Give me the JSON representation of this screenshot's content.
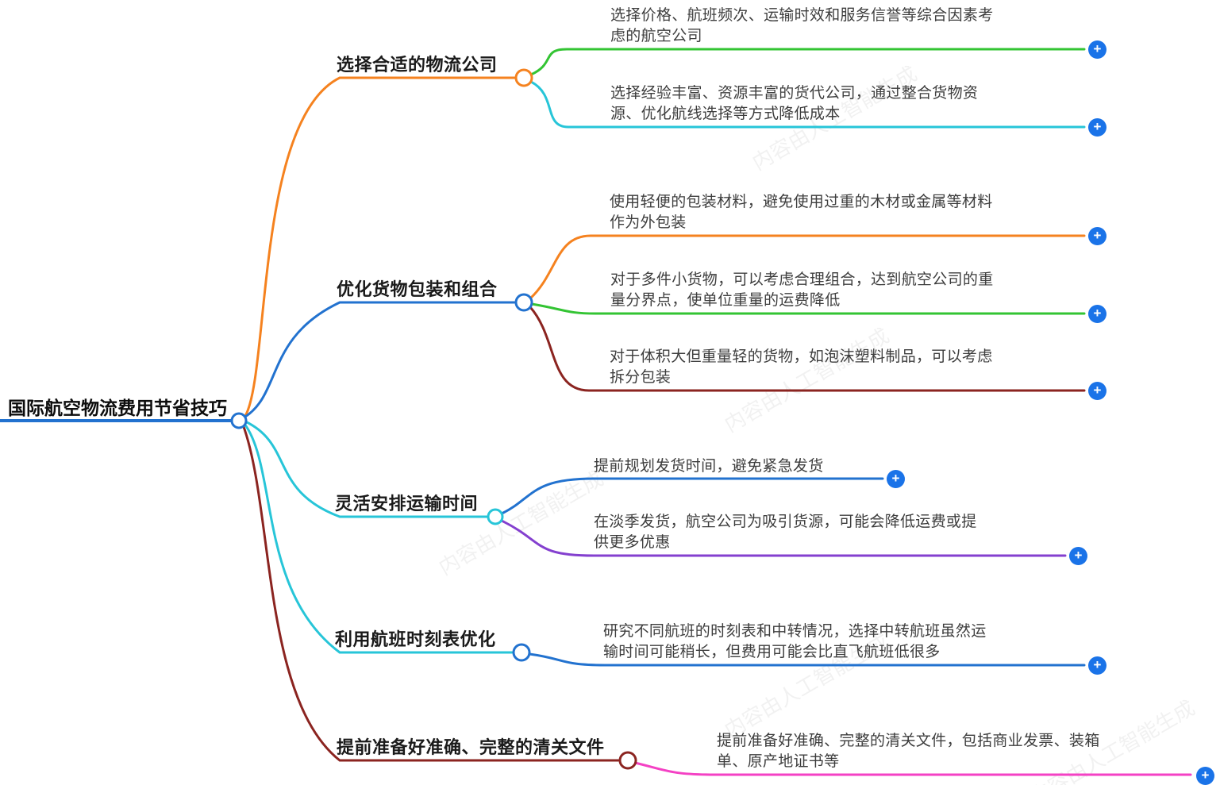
{
  "palette": {
    "blue": "#2272cf",
    "orange": "#f5821f",
    "green": "#33c433",
    "cyan": "#27c5d8",
    "darkred": "#8b2420",
    "purple": "#8440cf",
    "pink": "#f441c4",
    "plus_blue": "#1a73e8"
  },
  "ui": {
    "add_glyph": "+"
  },
  "watermark": {
    "text": "内容由人工智能生成"
  },
  "root": {
    "label": "国际航空物流费用节省技巧",
    "color": "blue"
  },
  "branches": [
    {
      "label": "选择合适的物流公司",
      "color": "orange",
      "children": [
        {
          "text": "选择价格、航班频次、运输时效和服务信誉等综合因素考\n虑的航空公司",
          "color": "green"
        },
        {
          "text": "选择经验丰富、资源丰富的货代公司，通过整合货物资\n源、优化航线选择等方式降低成本",
          "color": "cyan"
        }
      ]
    },
    {
      "label": "优化货物包装和组合",
      "color": "blue",
      "children": [
        {
          "text": "使用轻便的包装材料，避免使用过重的木材或金属等材料\n作为外包装",
          "color": "orange"
        },
        {
          "text": "对于多件小货物，可以考虑合理组合，达到航空公司的重\n量分界点，使单位重量的运费降低",
          "color": "green"
        },
        {
          "text": "对于体积大但重量轻的货物，如泡沫塑料制品，可以考虑\n拆分包装",
          "color": "darkred"
        }
      ]
    },
    {
      "label": "灵活安排运输时间",
      "color": "cyan",
      "children": [
        {
          "text": "提前规划发货时间，避免紧急发货",
          "color": "blue"
        },
        {
          "text": "在淡季发货，航空公司为吸引货源，可能会降低运费或提\n供更多优惠",
          "color": "purple"
        }
      ]
    },
    {
      "label": "利用航班时刻表优化",
      "color": "cyan",
      "children": [
        {
          "text": "研究不同航班的时刻表和中转情况，选择中转航班虽然运\n输时间可能稍长，但费用可能会比直飞航班低很多",
          "color": "blue"
        }
      ]
    },
    {
      "label": "提前准备好准确、完整的清关文件",
      "color": "darkred",
      "children": [
        {
          "text": "提前准备好准确、完整的清关文件，包括商业发票、装箱\n单、原产地证书等",
          "color": "pink"
        }
      ]
    }
  ]
}
